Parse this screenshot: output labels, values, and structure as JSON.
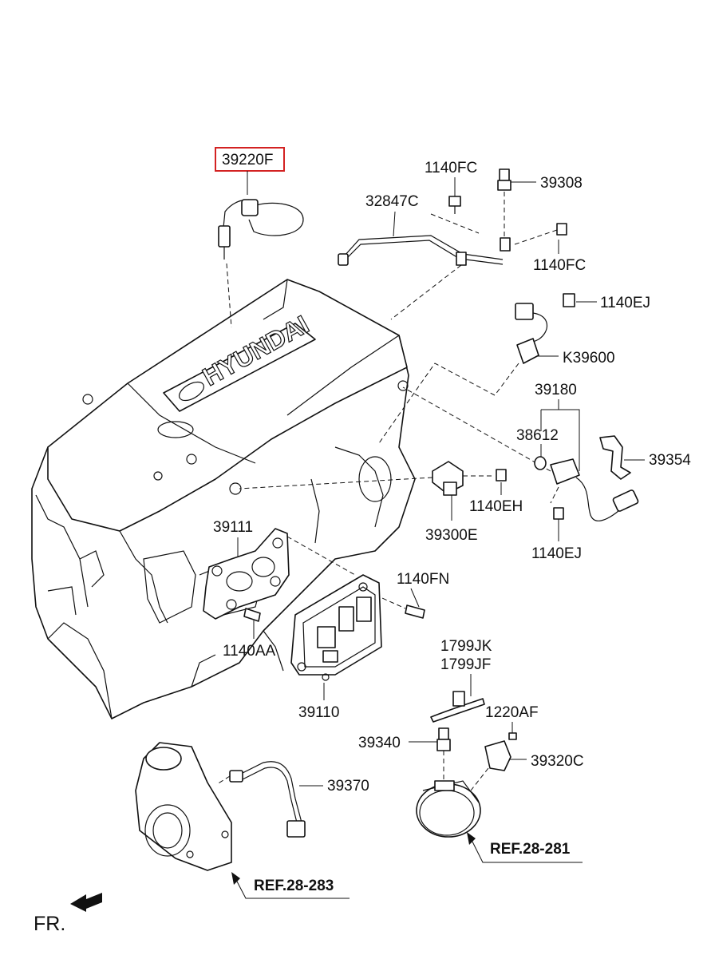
{
  "colors": {
    "highlight": "#d32222",
    "line": "#111111",
    "background": "#ffffff"
  },
  "brand": "HYUNDAI",
  "labels": {
    "p39220F": "39220F",
    "p1140FC_top": "1140FC",
    "p39308": "39308",
    "p32847C": "32847C",
    "p1140FC_right": "1140FC",
    "p1140EJ_top": "1140EJ",
    "pK39600": "K39600",
    "p39180": "39180",
    "p38612": "38612",
    "p39354": "39354",
    "p1140EH": "1140EH",
    "p39300E": "39300E",
    "p1140EJ_bottom": "1140EJ",
    "p39111": "39111",
    "p1140FN": "1140FN",
    "p1140AA": "1140AA",
    "p39110": "39110",
    "p1799JK": "1799JK",
    "p1799JF": "1799JF",
    "p1220AF": "1220AF",
    "p39340": "39340",
    "p39320C": "39320C",
    "p39370": "39370"
  },
  "refs": {
    "ref1": "REF.28-281",
    "ref2": "REF.28-283"
  },
  "direction": "FR."
}
